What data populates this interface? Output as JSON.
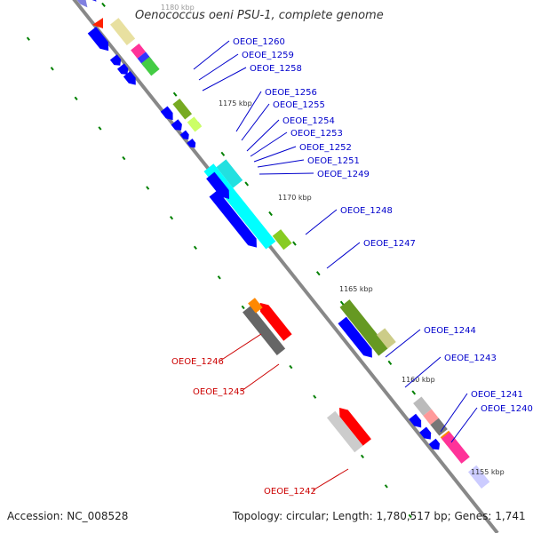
{
  "title": "Oenococcus oeni PSU-1, complete genome",
  "footer": {
    "accession": "Accession: NC_008528",
    "topology": "Topology: circular; Length: 1,780,517 bp; Genes: 1,741"
  },
  "ticks": [
    "1180 kbp",
    "1175 kbp",
    "1170 kbp",
    "1165 kbp",
    "1160 kbp",
    "1155 kbp"
  ],
  "gene_labels": [
    {
      "text": "OEOE_1260",
      "color": "#0000cc"
    },
    {
      "text": "OEOE_1259",
      "color": "#0000cc"
    },
    {
      "text": "OEOE_1258",
      "color": "#0000cc"
    },
    {
      "text": "OEOE_1256",
      "color": "#0000cc"
    },
    {
      "text": "OEOE_1255",
      "color": "#0000cc"
    },
    {
      "text": "OEOE_1254",
      "color": "#0000cc"
    },
    {
      "text": "OEOE_1253",
      "color": "#0000cc"
    },
    {
      "text": "OEOE_1252",
      "color": "#0000cc"
    },
    {
      "text": "OEOE_1251",
      "color": "#0000cc"
    },
    {
      "text": "OEOE_1249",
      "color": "#0000cc"
    },
    {
      "text": "OEOE_1248",
      "color": "#0000cc"
    },
    {
      "text": "OEOE_1247",
      "color": "#0000cc"
    },
    {
      "text": "OEOE_1244",
      "color": "#0000cc"
    },
    {
      "text": "OEOE_1243",
      "color": "#0000cc"
    },
    {
      "text": "OEOE_1241",
      "color": "#0000cc"
    },
    {
      "text": "OEOE_1240",
      "color": "#0000cc"
    },
    {
      "text": "OEOE_1246",
      "color": "#cc0000"
    },
    {
      "text": "OEOE_1245",
      "color": "#cc0000"
    },
    {
      "text": "OEOE_1242",
      "color": "#cc0000"
    }
  ],
  "colors": {
    "backbone": "#888888",
    "plus_strand": "#0000ff",
    "minus_strand": "#ff0000",
    "tick": "#008000"
  }
}
